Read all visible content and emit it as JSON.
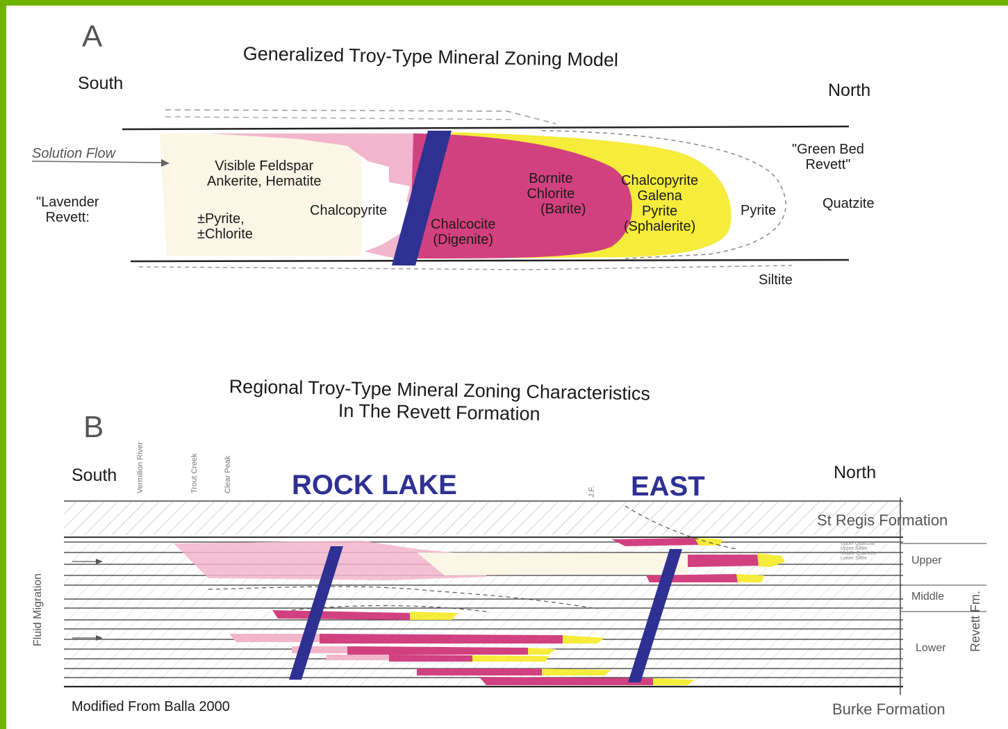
{
  "panel_a": {
    "letter": "A",
    "title": "Generalized Troy-Type Mineral Zoning Model",
    "south": "South",
    "north": "North",
    "solution_flow": "Solution Flow",
    "lavender": [
      "\"Lavender",
      "Revett:"
    ],
    "feldspar": [
      "Visible Feldspar",
      "Ankerite, Hematite"
    ],
    "pyrite_chlorite": [
      "±Pyrite,",
      "±Chlorite"
    ],
    "chalcopyrite": "Chalcopyrite",
    "chalcocite": [
      "Chalcocite",
      "(Digenite)"
    ],
    "bornite": [
      "Bornite",
      "Chlorite",
      "(Barite)"
    ],
    "yellow_zone": [
      "Chalcopyrite",
      "Galena",
      "Pyrite",
      "(Sphalerite)"
    ],
    "pyrite": "Pyrite",
    "green_bed": [
      "\"Green Bed",
      "Revett\""
    ],
    "quatzite": "Quatzite",
    "siltite": "Siltite"
  },
  "panel_b": {
    "letter": "B",
    "title": [
      "Regional Troy-Type Mineral Zoning Characteristics",
      "In The Revett Formation"
    ],
    "south": "South",
    "north": "North",
    "rock_lake": "ROCK LAKE",
    "east": "EAST",
    "st_regis": "St Regis Formation",
    "burke": "Burke Formation",
    "upper": "Upper",
    "middle": "Middle",
    "lower": "Lower",
    "revett_fm": "Revett Fm.",
    "fluid_migration": "Fluid Migration",
    "localities": [
      "Vermilion River",
      "Trout Creek",
      "Clear Peak",
      "J.F."
    ],
    "units": [
      "Upper Quartzite",
      "Upper Siltite",
      "Middle Quartzite",
      "Lower Siltite"
    ],
    "credit": "Modified From Balla 2000"
  },
  "colors": {
    "frame": "#6fb300",
    "magenta": "#d2417f",
    "pink": "#f2b6cc",
    "yellow": "#f5ec3c",
    "cream": "#fbf6e6",
    "marker": "#2e3192"
  }
}
